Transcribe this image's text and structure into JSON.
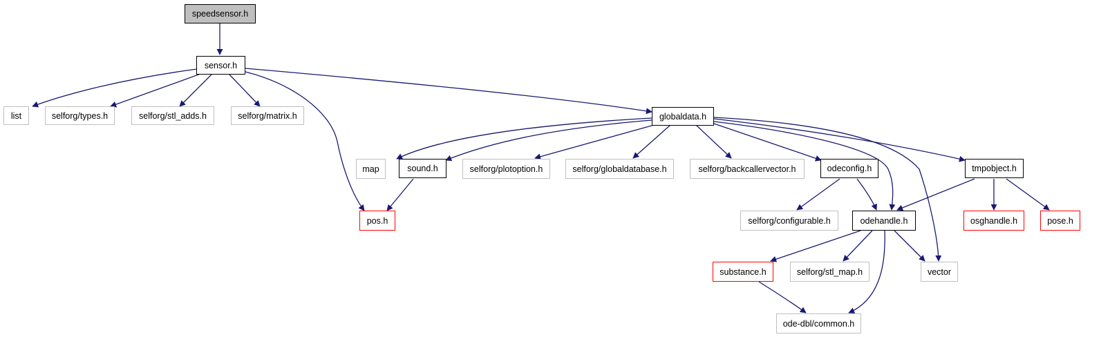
{
  "colors": {
    "edge": "#191970",
    "root_fill": "#bfbfbf",
    "missing_border": "#ff0000",
    "external_border": "#bfbfbf"
  },
  "nodes": {
    "speedsensor": "speedsensor.h",
    "sensor": "sensor.h",
    "list": "list",
    "types": "selforg/types.h",
    "stl_adds": "selforg/stl_adds.h",
    "matrix": "selforg/matrix.h",
    "globaldata": "globaldata.h",
    "map": "map",
    "sound": "sound.h",
    "plotoption": "selforg/plotoption.h",
    "globaldatabase": "selforg/globaldatabase.h",
    "backcallervector": "selforg/backcallervector.h",
    "odeconfig": "odeconfig.h",
    "tmpobject": "tmpobject.h",
    "pos": "pos.h",
    "configurable": "selforg/configurable.h",
    "odehandle": "odehandle.h",
    "osghandle": "osghandle.h",
    "pose": "pose.h",
    "substance": "substance.h",
    "stl_map": "selforg/stl_map.h",
    "vector": "vector",
    "common": "ode-dbl/common.h"
  }
}
